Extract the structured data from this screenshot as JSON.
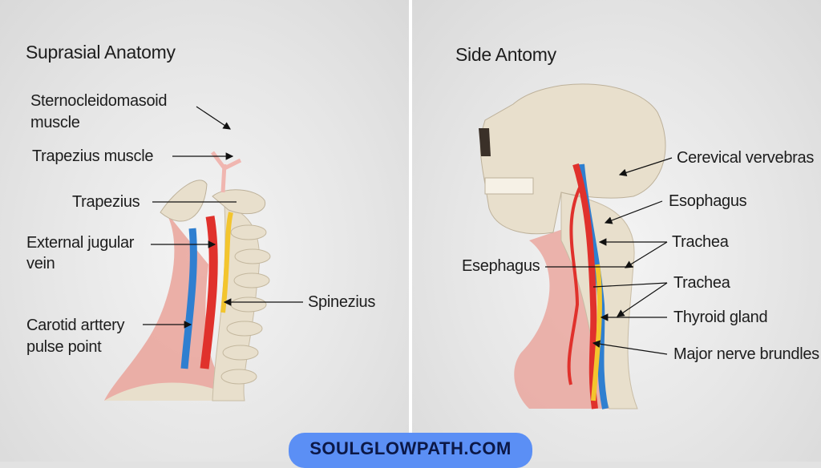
{
  "left_panel": {
    "title": "Suprasial Anatomy",
    "labels": {
      "sternocleidomasoid_1": "Sternocleidomasoid",
      "sternocleidomasoid_2": "muscle",
      "trapezius_muscle": "Trapezius muscle",
      "trapezius": "Trapezius",
      "external_jugular_1": "External jugular",
      "external_jugular_2": "vein",
      "spinezius": "Spinezius",
      "carotid_1": "Carotid arttery",
      "carotid_2": "pulse point"
    }
  },
  "right_panel": {
    "title": "Side Antomy",
    "labels": {
      "cervical": "Cerevical vervebras",
      "esophagus": "Esophagus",
      "trachea_1": "Trachea",
      "esephagus": "Esephagus",
      "trachea_2": "Trachea",
      "thyroid": "Thyroid gland",
      "nerve": "Major nerve brundles"
    }
  },
  "watermark": "SOULGLOWPATH.COM",
  "colors": {
    "bone": "#e8dfcc",
    "artery": "#e0312c",
    "vein": "#2f7fd0",
    "nerve": "#f3c52e",
    "muscle": "#eaa39a",
    "badge": "#5b8ff5",
    "badge_text": "#0c1846"
  }
}
